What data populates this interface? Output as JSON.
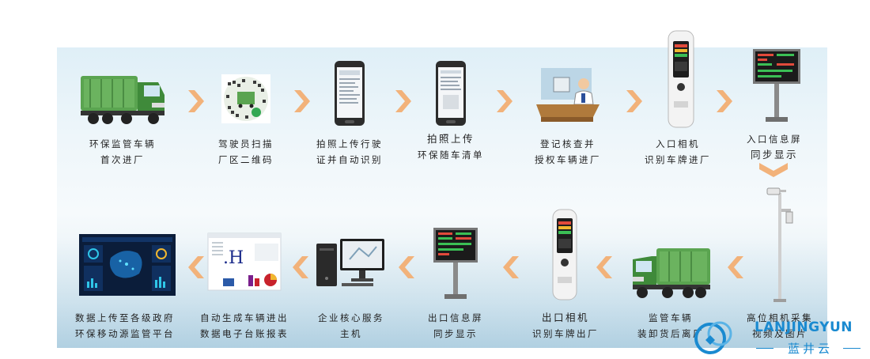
{
  "steps": [
    {
      "line1": "环保监管车辆",
      "line2": "首次进厂",
      "icon": "truck-icon"
    },
    {
      "line1": "驾驶员扫描",
      "line2": "厂区二维码",
      "icon": "qr-code-icon"
    },
    {
      "line1": "拍照上传行驶",
      "line2": "证并自动识别",
      "icon": "phone-icon"
    },
    {
      "line1": "拍照上传",
      "line2": "环保随车清单",
      "icon": "phone-icon"
    },
    {
      "line1": "登记核查并",
      "line2": "授权车辆进厂",
      "icon": "registration-desk-icon"
    },
    {
      "line1": "入口相机",
      "line2": "识别车牌进厂",
      "icon": "camera-kiosk-icon"
    },
    {
      "line1": "入口信息屏",
      "line2": "同步显示",
      "icon": "info-screen-icon"
    },
    {
      "line1": "高位相机采集",
      "line2": "视频及图片",
      "icon": "pole-camera-icon"
    },
    {
      "line1": "监管车辆",
      "line2": "装卸货后离厂",
      "icon": "truck-icon"
    },
    {
      "line1": "出口相机",
      "line2": "识别车牌出厂",
      "icon": "camera-kiosk-icon"
    },
    {
      "line1": "出口信息屏",
      "line2": "同步显示",
      "icon": "info-screen-icon"
    },
    {
      "line1": "企业核心服务",
      "line2": "主机",
      "icon": "computer-icon"
    },
    {
      "line1": "自动生成车辆进出",
      "line2": "数据电子台账报表",
      "icon": "report-icon"
    },
    {
      "line1": "数据上传至各级政府",
      "line2": "环保移动源监管平台",
      "icon": "dashboard-icon"
    }
  ],
  "report_mark": ".H",
  "logo": {
    "en": "LANJINGYUN",
    "cn": "蓝井云"
  },
  "colors": {
    "chevron": "#f2b27a",
    "truck": "#4f9a47",
    "logo": "#1a8ad0"
  }
}
